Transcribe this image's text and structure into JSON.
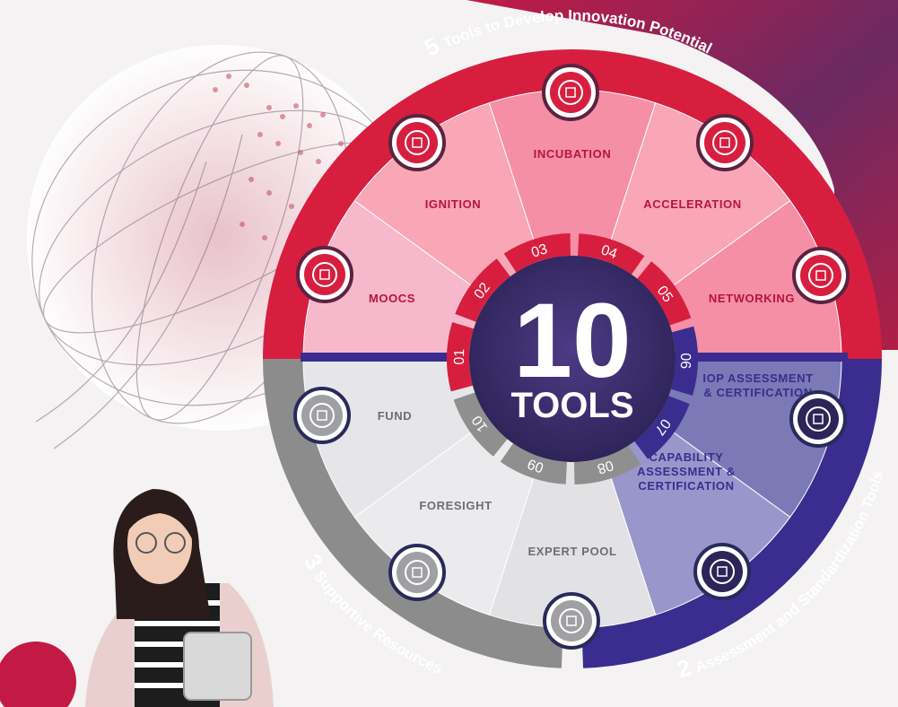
{
  "center": {
    "number": "10",
    "label": "TOOLS"
  },
  "groups": {
    "develop": {
      "count": "5",
      "label": "Tools to Develop Innovation Potential"
    },
    "assessment": {
      "count": "2",
      "label": "Assessment and Standardization Tools"
    },
    "supportive": {
      "count": "3",
      "label": "Supportive Resources"
    }
  },
  "tools": [
    {
      "num": "01",
      "label": "MOOCS",
      "icon": "laptop-wifi-icon"
    },
    {
      "num": "02",
      "label": "IGNITION",
      "icon": "gear-bulb-icon"
    },
    {
      "num": "03",
      "label": "INCUBATION",
      "icon": "growth-chart-icon"
    },
    {
      "num": "04",
      "label": "ACCELERATION",
      "icon": "rocket-icon"
    },
    {
      "num": "05",
      "label": "NETWORKING",
      "icon": "people-network-icon"
    },
    {
      "num": "06",
      "label_lines": [
        "IOP ASSESSMENT",
        "& CERTIFICATION"
      ],
      "icon": "clipboard-icon"
    },
    {
      "num": "07",
      "label_lines": [
        "CAPABILITY",
        "ASSESSMENT &",
        "CERTIFICATION"
      ],
      "icon": "monitor-certificate-icon"
    },
    {
      "num": "08",
      "label": "EXPERT POOL",
      "icon": "team-icon"
    },
    {
      "num": "09",
      "label": "FORESIGHT",
      "icon": "binoculars-icon"
    },
    {
      "num": "10",
      "label": "FUND",
      "icon": "coins-icon"
    }
  ],
  "colors": {
    "red": "#d81e3f",
    "red_dark": "#b8153a",
    "purple": "#3a2d8f",
    "purple_light": "#8f8dc4",
    "gray": "#8c8c8c",
    "navy": "#2d2457"
  }
}
